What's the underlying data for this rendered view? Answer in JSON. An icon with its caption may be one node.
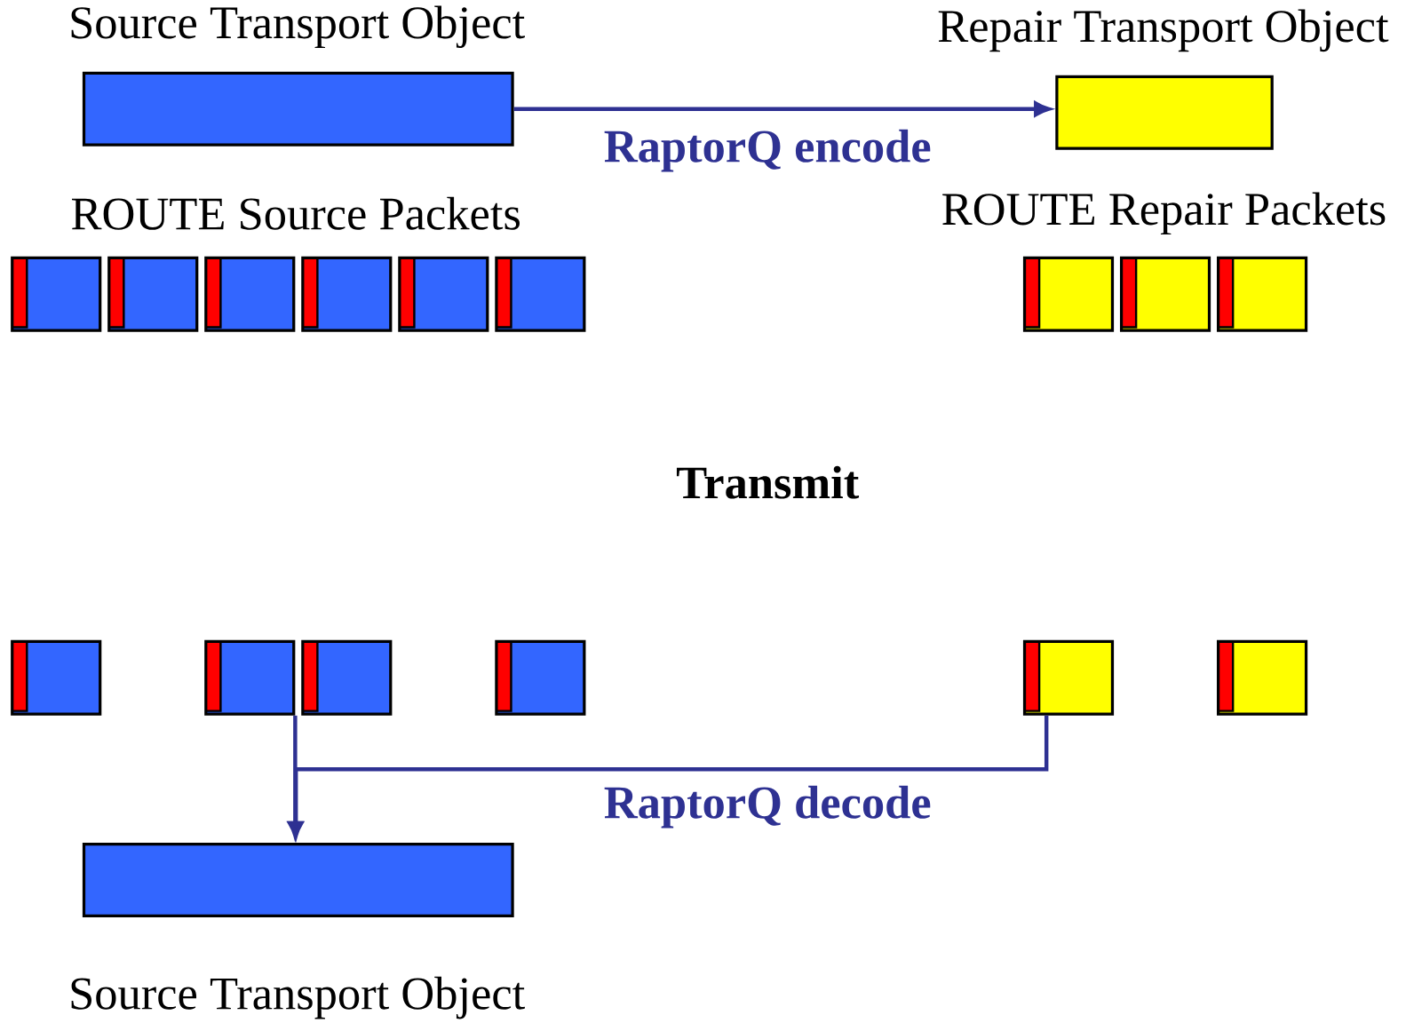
{
  "diagram": {
    "nodes": [
      {
        "text": [
          "Source Transport Object"
        ]
      },
      {
        "text": [
          "Repair Transport Object"
        ]
      },
      {
        "text": [],
        "shape": "box"
      },
      {
        "text": [],
        "shape": "box"
      },
      {
        "text": [],
        "shape": "box"
      },
      {
        "text": [],
        "shape": "box"
      },
      {
        "text": [],
        "shape": "box"
      },
      {
        "text": [],
        "shape": "box"
      },
      {
        "text": [],
        "shape": "box"
      },
      {
        "text": [],
        "shape": "box"
      },
      {
        "text": [],
        "shape": "box"
      },
      {
        "text": [],
        "shape": "box"
      },
      {
        "text": [],
        "shape": "box"
      },
      {
        "text": [],
        "shape": "box"
      },
      {
        "text": [],
        "shape": "box"
      },
      {
        "text": [],
        "shape": "box"
      },
      {
        "text": [],
        "shape": "box"
      },
      {
        "text": [
          "Source Transport Object"
        ]
      }
    ],
    "edges": [
      {
        "from": 0,
        "to": 1,
        "arrow": "to",
        "label": "RaptorQ encode"
      },
      {
        "from": 12,
        "to": 17,
        "arrow": "to"
      },
      {
        "from": 15,
        "to": 17,
        "arrow": "to",
        "label": "RaptorQ decode"
      }
    ],
    "labels": [
      "ROUTE Source Packets",
      "ROUTE Repair Packets",
      "Transmit"
    ]
  }
}
